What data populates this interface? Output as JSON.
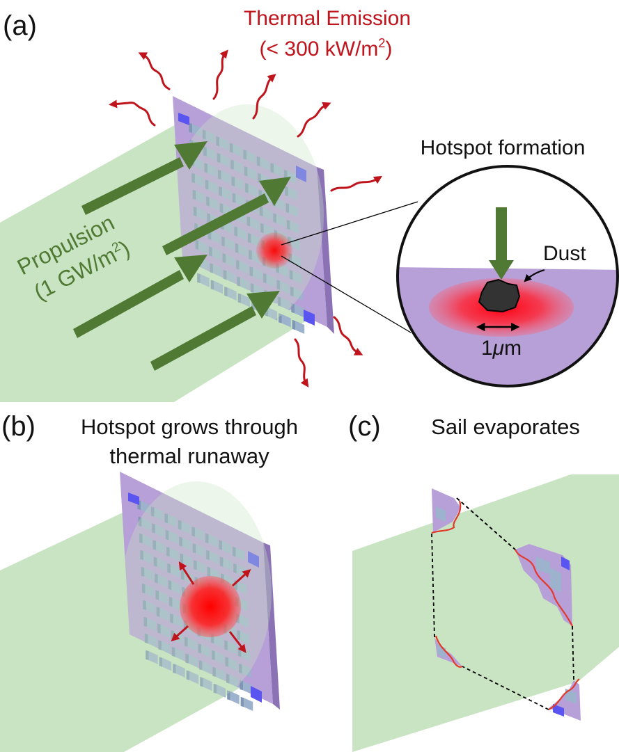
{
  "panel_a": {
    "tag": "(a)",
    "emission_title": "Thermal Emission",
    "emission_value": "(< 300 kW/m",
    "emission_sup": "2",
    "emission_close": ")",
    "propulsion_label": "Propulsion",
    "propulsion_value": "(1 GW/m",
    "propulsion_sup": "2",
    "propulsion_close": ")",
    "inset_title": "Hotspot formation",
    "dust_label": "Dust",
    "scale_num": "1",
    "scale_mu": "μ",
    "scale_unit": "m"
  },
  "panel_b": {
    "tag": "(b)",
    "title_line1": "Hotspot grows through",
    "title_line2": "thermal runaway"
  },
  "panel_c": {
    "tag": "(c)",
    "title": "Sail evaporates"
  },
  "colors": {
    "beam": "#c9e4c2",
    "sail": "#b79fd8",
    "metasurface": "#9db2cc",
    "propulsion_arrow": "#507a34",
    "emission": "#c0141c",
    "hotspot": "#ff2020",
    "dust": "#333333",
    "pillar_blue": "#5a55f0"
  }
}
